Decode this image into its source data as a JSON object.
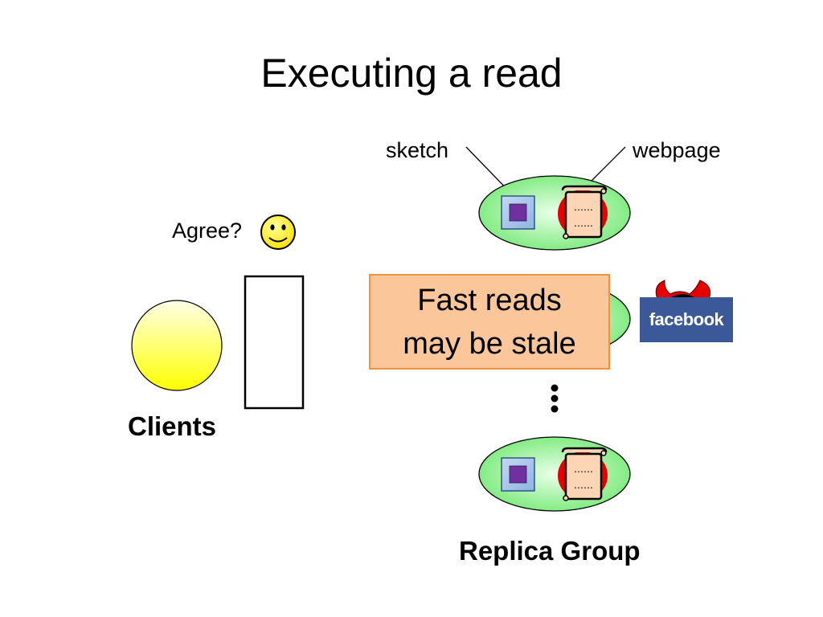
{
  "slide": {
    "title": "Executing a read",
    "labels": {
      "sketch": "sketch",
      "webpage": "webpage",
      "agree": "Agree?",
      "clients": "Clients",
      "replica_group": "Replica Group"
    },
    "callout": {
      "line1": "Fast reads",
      "line2": "may be stale"
    },
    "logo": {
      "text": "facebook",
      "color": "#3b5998"
    },
    "icons": [
      "smiley-icon",
      "devil-horns-icon",
      "vertical-ellipsis-icon",
      "sketch-icon",
      "webpage-scroll-icon"
    ],
    "colors": {
      "client": "#ffff00",
      "replica": "#80f080",
      "callout_fill": "#fbc79a",
      "callout_border": "#f0923d",
      "sketch_square": "#7030a0",
      "scroll": "#fcd5b5",
      "devil": "#e60000"
    }
  }
}
